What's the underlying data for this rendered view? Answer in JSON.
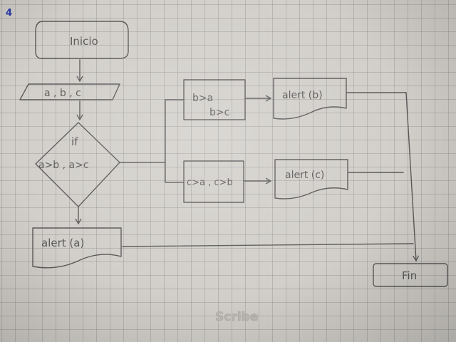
{
  "corner_mark": "4",
  "nodes": {
    "start": "Inicio",
    "input": "a , b , c",
    "decision_line1": "if",
    "decision_line2": "a>b , a>c",
    "cond_b_line1": "b>a",
    "cond_b_line2": "b>c",
    "cond_c": "c>a , c>b",
    "alert_b": "alert (b)",
    "alert_c": "alert (c)",
    "alert_a": "alert (a)",
    "end": "Fin"
  },
  "logo": "Scribe",
  "colors": {
    "ink": "#5a5a5a",
    "blue_mark": "#2a3aa8"
  }
}
